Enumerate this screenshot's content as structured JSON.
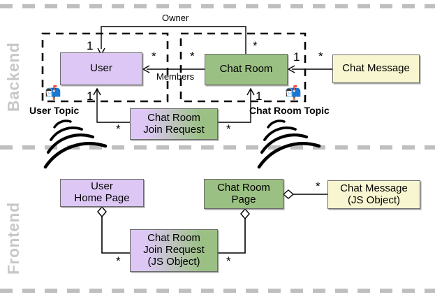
{
  "diagram": {
    "title_regions": [
      {
        "id": "backend",
        "label": "Backend"
      },
      {
        "id": "frontend",
        "label": "Frontend"
      }
    ],
    "backend": {
      "region_label": "Backend",
      "topics": [
        {
          "id": "user-topic",
          "label": "User Topic",
          "icon": "mailbox-icon"
        },
        {
          "id": "chat-room-topic",
          "label": "Chat Room Topic",
          "icon": "mailbox-icon"
        }
      ],
      "nodes": [
        {
          "id": "user",
          "lines": [
            "User"
          ],
          "fill": "purple"
        },
        {
          "id": "chat-room",
          "lines": [
            "Chat Room"
          ],
          "fill": "green"
        },
        {
          "id": "chat-message",
          "lines": [
            "Chat Message"
          ],
          "fill": "yellow"
        },
        {
          "id": "chat-room-join-request",
          "lines": [
            "Chat Room",
            "Join Request"
          ],
          "fill": "gradient"
        }
      ],
      "edge_labels": [
        {
          "id": "owner",
          "text": "Owner"
        },
        {
          "id": "members",
          "text": "Members"
        }
      ],
      "multiplicities": [
        {
          "id": "owner-user-end",
          "text": "1"
        },
        {
          "id": "members-user-end",
          "text": "*"
        },
        {
          "id": "members-chatroom-end",
          "text": "*"
        },
        {
          "id": "owner-chatroom-end",
          "text": "*"
        },
        {
          "id": "chatmessage-chatroom-end",
          "text": "1"
        },
        {
          "id": "chatmessage-end",
          "text": "*"
        },
        {
          "id": "joinreq-user-end",
          "text": "1"
        },
        {
          "id": "joinreq-user-many",
          "text": "*"
        },
        {
          "id": "joinreq-chatroom-end",
          "text": "1"
        },
        {
          "id": "joinreq-chatroom-many",
          "text": "*"
        }
      ]
    },
    "frontend": {
      "region_label": "Frontend",
      "nodes": [
        {
          "id": "user-home-page",
          "lines": [
            "User",
            "Home Page"
          ],
          "fill": "purple"
        },
        {
          "id": "chat-room-page",
          "lines": [
            "Chat Room",
            "Page"
          ],
          "fill": "green"
        },
        {
          "id": "chat-message-js",
          "lines": [
            "Chat Message",
            "(JS Object)"
          ],
          "fill": "yellow"
        },
        {
          "id": "chat-room-join-request-js",
          "lines": [
            "Chat Room",
            "Join Request",
            "(JS Object)"
          ],
          "fill": "gradient"
        }
      ],
      "multiplicities": [
        {
          "id": "chatmessage-js-many",
          "text": "*"
        },
        {
          "id": "userhome-joinreq-many",
          "text": "*"
        },
        {
          "id": "chatroompage-joinreq-many",
          "text": "*"
        }
      ]
    },
    "colors": {
      "purple": "#ddc8f5",
      "green": "#9bc083",
      "yellow": "#f8f6d0",
      "border": "#6b6b6b",
      "region_divider": "#bfbfbf",
      "side_label": "#c8c8c8",
      "line": "#000000"
    }
  }
}
